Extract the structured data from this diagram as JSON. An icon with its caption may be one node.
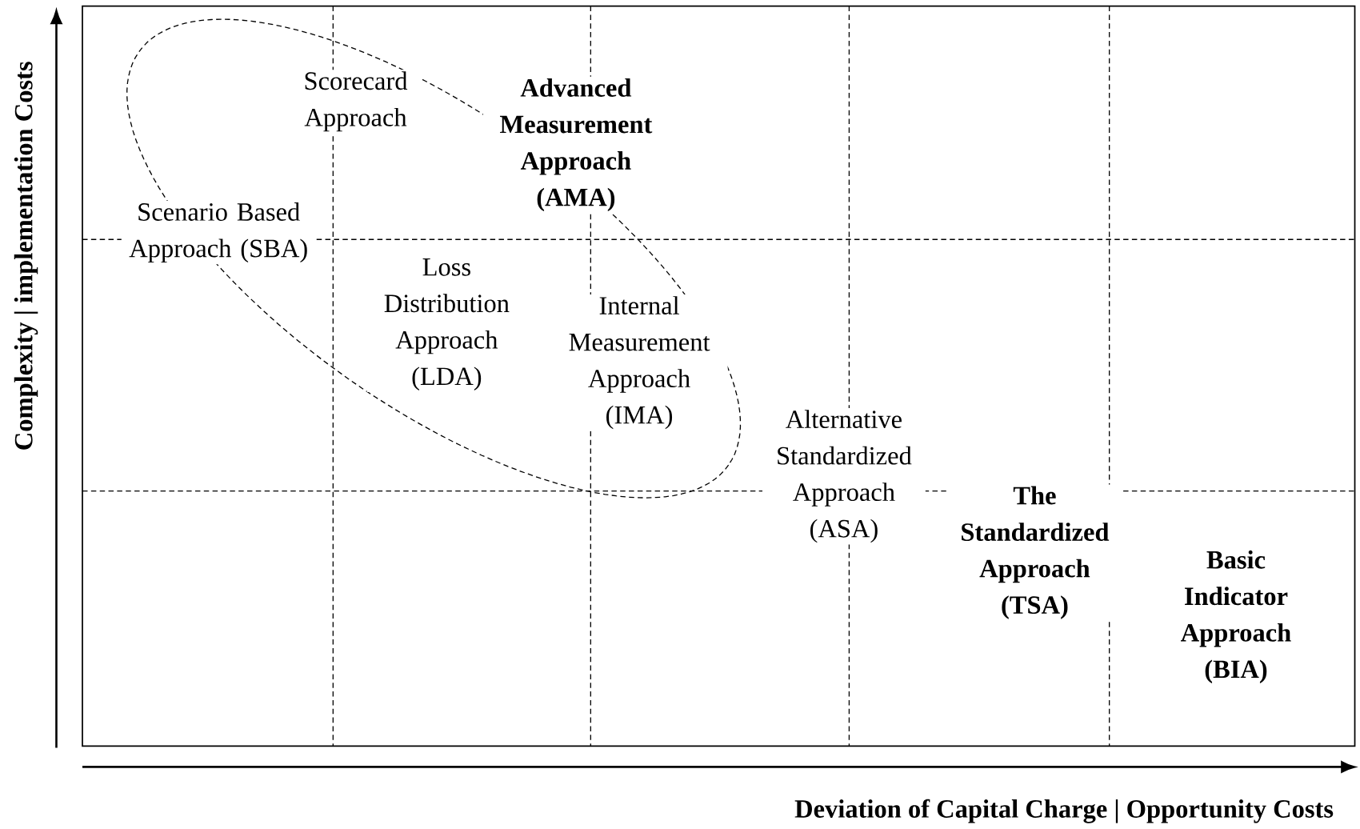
{
  "diagram": {
    "labels": [
      "Scorecard Approach",
      "Advanced Measurement Approach (AMA)",
      "Scenario Based Approach (SBA)",
      "Loss Distribution Approach (LDA)",
      "Internal Measurement Approach (IMA)",
      "Alternative Standardized Approach (ASA)",
      "The Standardized Approach (TSA)",
      "Basic Indicator Approach (BIA)",
      "Complexity | implementation Costs",
      "Deviation of Capital Charge | Opportunity Costs"
    ]
  }
}
